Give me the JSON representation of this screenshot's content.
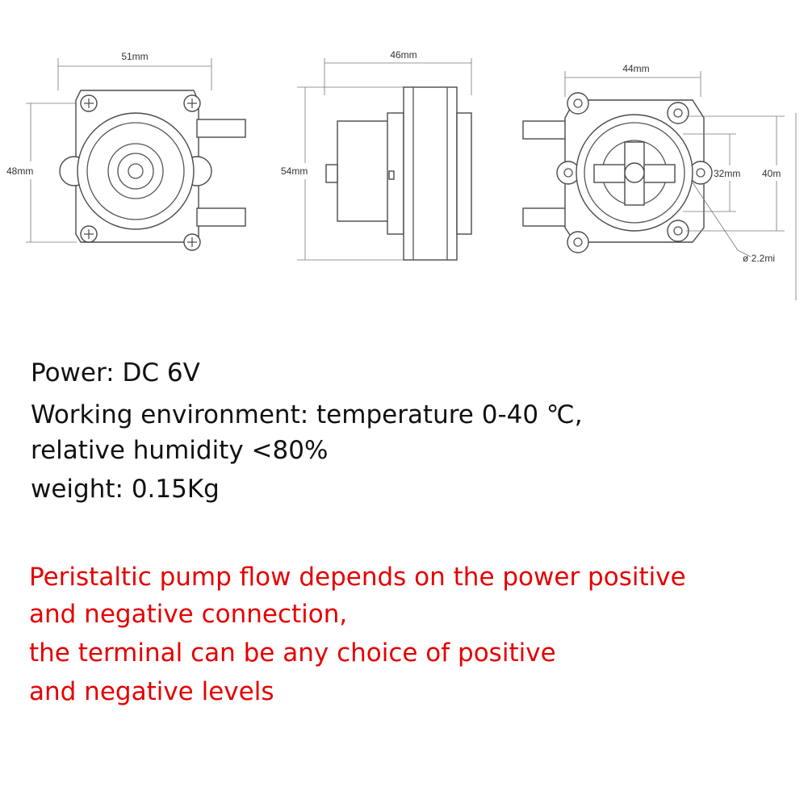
{
  "dimensions": {
    "front_width": "51mm",
    "front_height": "48mm",
    "side_width": "46mm",
    "side_height": "54mm",
    "back_width": "44mm",
    "back_inner": "32mm",
    "back_outer": "40m",
    "hole_dia": "ø 2.2mi"
  },
  "specs": [
    "Power: DC 6V",
    "Working environment: temperature 0-40 ℃,",
    "relative humidity <80%",
    "weight: 0.15Kg"
  ],
  "note": [
    "Peristaltic pump flow depends on the power positive",
    "and negative connection,",
    "the terminal can be any choice of positive",
    "and negative levels"
  ],
  "colors": {
    "note": "#e60000",
    "text": "#111111",
    "line": "#555555"
  }
}
